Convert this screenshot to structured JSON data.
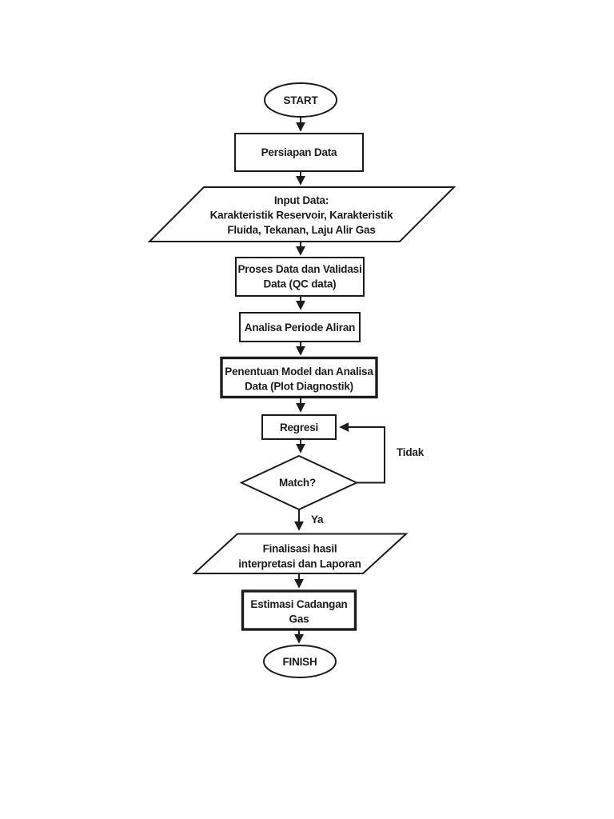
{
  "page": {
    "background_color": "#ffffff",
    "stroke_color": "#1c1c1c"
  },
  "diagram": {
    "type": "flowchart",
    "nodes": {
      "start": {
        "shape": "terminator-oval",
        "label": "START"
      },
      "persiapan_data": {
        "shape": "process-rect",
        "label": "Persiapan Data"
      },
      "input_data": {
        "shape": "data-parallelogram",
        "line1": "Input Data:",
        "line2": "Karakteristik Reservoir, Karakteristik",
        "line3": "Fluida, Tekanan, Laju Alir Gas"
      },
      "proses_data": {
        "shape": "process-rect",
        "line1": "Proses Data dan Validasi",
        "line2": "Data (QC data)"
      },
      "analisa_periode": {
        "shape": "process-rect",
        "label": "Analisa Periode Aliran"
      },
      "penentuan_model": {
        "shape": "process-rect-thick",
        "line1": "Penentuan Model dan Analisa",
        "line2": "Data (Plot Diagnostik)"
      },
      "regresi": {
        "shape": "process-rect",
        "label": "Regresi"
      },
      "match": {
        "shape": "decision-diamond",
        "label": "Match?"
      },
      "finalisasi": {
        "shape": "data-parallelogram",
        "line1": "Finalisasi hasil",
        "line2": "interpretasi dan Laporan"
      },
      "estimasi_cadangan": {
        "shape": "process-rect-thick",
        "line1": "Estimasi Cadangan",
        "line2": "Gas"
      },
      "finish": {
        "shape": "terminator-oval",
        "label": "FINISH"
      }
    },
    "edge_labels": {
      "tidak": "Tidak",
      "ya": "Ya"
    }
  }
}
